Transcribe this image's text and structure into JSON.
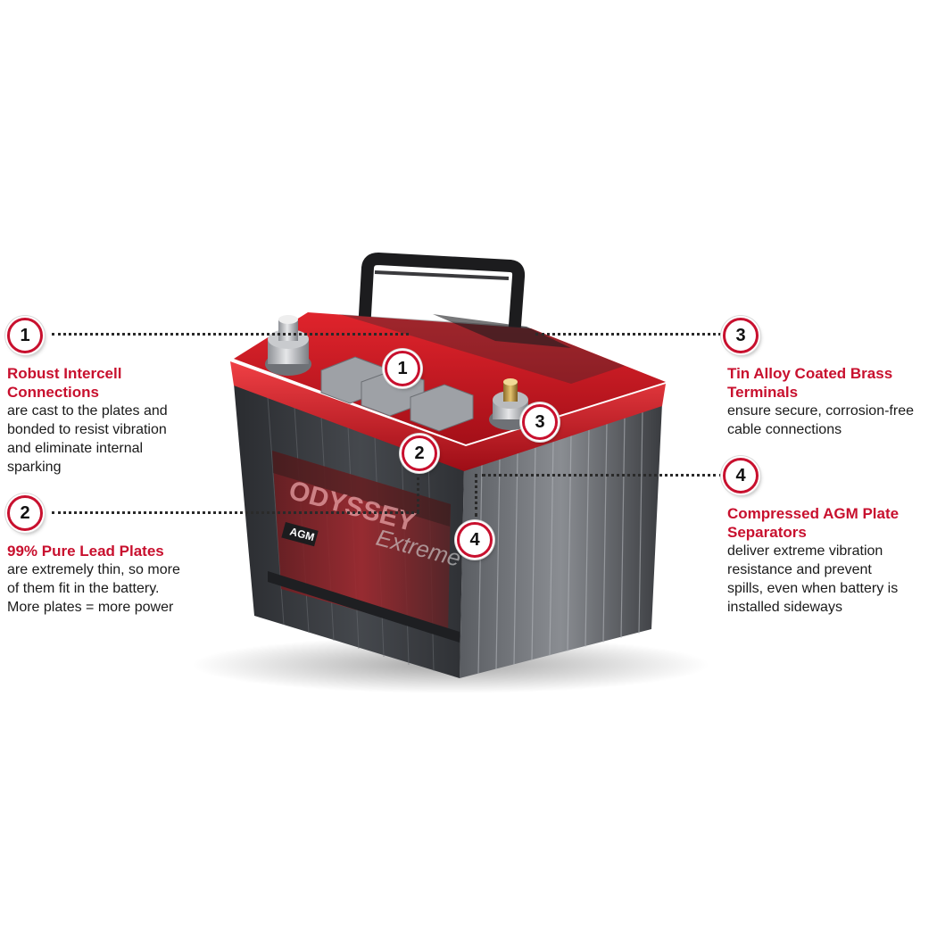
{
  "product": {
    "brand_logo_text": "ODYSSEY",
    "series_text": "Extreme",
    "agm_label": "AGM"
  },
  "callouts": [
    {
      "number": "1",
      "heading_line1": "Robust Intercell",
      "heading_line2": "Connections",
      "desc_lines": [
        "are cast to the plates and",
        "bonded to resist vibration",
        "and eliminate internal",
        "sparking"
      ]
    },
    {
      "number": "2",
      "heading_line1": "99% Pure Lead Plates",
      "heading_line2": "",
      "desc_lines": [
        "are extremely thin, so more",
        "of them fit in the battery.",
        "More plates = more power"
      ]
    },
    {
      "number": "3",
      "heading_line1": "Tin Alloy Coated Brass",
      "heading_line2": "Terminals",
      "desc_lines": [
        "ensure secure, corrosion-free",
        "cable connections"
      ]
    },
    {
      "number": "4",
      "heading_line1": "Compressed AGM Plate",
      "heading_line2": "Separators",
      "desc_lines": [
        "deliver extreme vibration",
        "resistance and prevent",
        "spills, even when battery is",
        "installed sideways"
      ]
    }
  ],
  "colors": {
    "accent_red": "#c8102e",
    "case_dark": "#2b2d31",
    "text_dark": "#1a1a1a"
  }
}
